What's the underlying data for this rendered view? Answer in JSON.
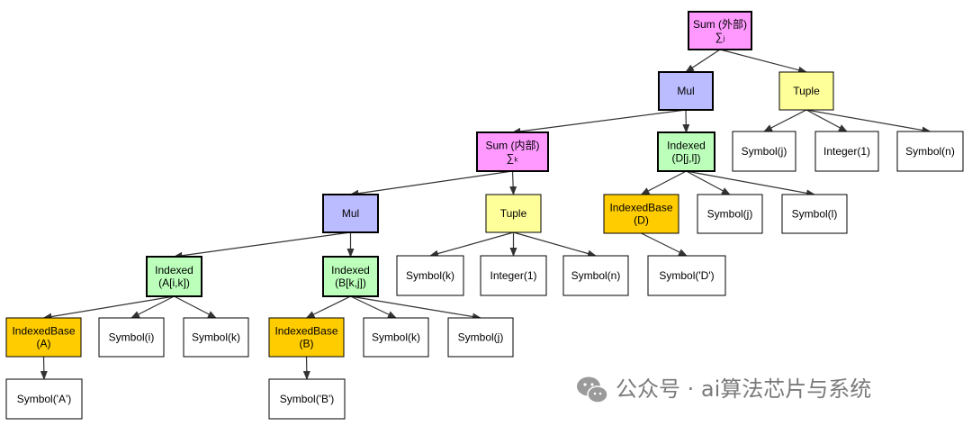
{
  "diagram": {
    "nodes": [
      {
        "id": "sum_outer",
        "lines": [
          "Sum (外部)",
          "∑ⱼ"
        ],
        "kind": "sum"
      },
      {
        "id": "mul1",
        "lines": [
          "Mul"
        ],
        "kind": "mul"
      },
      {
        "id": "tuple_j",
        "lines": [
          "Tuple"
        ],
        "kind": "tuple"
      },
      {
        "id": "sym_j_top",
        "lines": [
          "Symbol(j)"
        ],
        "kind": "symbol"
      },
      {
        "id": "int1_top",
        "lines": [
          "Integer(1)"
        ],
        "kind": "symbol"
      },
      {
        "id": "sym_n_top",
        "lines": [
          "Symbol(n)"
        ],
        "kind": "symbol"
      },
      {
        "id": "sum_inner",
        "lines": [
          "Sum (内部)",
          "∑ₖ"
        ],
        "kind": "sum"
      },
      {
        "id": "indexed_D",
        "lines": [
          "Indexed",
          "(D[j,l])"
        ],
        "kind": "indexed"
      },
      {
        "id": "mul2",
        "lines": [
          "Mul"
        ],
        "kind": "mul"
      },
      {
        "id": "tuple_k",
        "lines": [
          "Tuple"
        ],
        "kind": "tuple"
      },
      {
        "id": "ibase_D",
        "lines": [
          "IndexedBase",
          "(D)"
        ],
        "kind": "base"
      },
      {
        "id": "sym_j_D",
        "lines": [
          "Symbol(j)"
        ],
        "kind": "symbol"
      },
      {
        "id": "sym_l_D",
        "lines": [
          "Symbol(l)"
        ],
        "kind": "symbol"
      },
      {
        "id": "indexed_A",
        "lines": [
          "Indexed",
          "(A[i,k])"
        ],
        "kind": "indexed"
      },
      {
        "id": "indexed_B",
        "lines": [
          "Indexed",
          "(B[k,j])"
        ],
        "kind": "indexed"
      },
      {
        "id": "sym_k_tuple",
        "lines": [
          "Symbol(k)"
        ],
        "kind": "symbol"
      },
      {
        "id": "int1_mid",
        "lines": [
          "Integer(1)"
        ],
        "kind": "symbol"
      },
      {
        "id": "sym_n_mid",
        "lines": [
          "Symbol(n)"
        ],
        "kind": "symbol"
      },
      {
        "id": "symstr_D",
        "lines": [
          "Symbol('D')"
        ],
        "kind": "symbol"
      },
      {
        "id": "ibase_A",
        "lines": [
          "IndexedBase",
          "(A)"
        ],
        "kind": "base"
      },
      {
        "id": "sym_i_A",
        "lines": [
          "Symbol(i)"
        ],
        "kind": "symbol"
      },
      {
        "id": "sym_k_A",
        "lines": [
          "Symbol(k)"
        ],
        "kind": "symbol"
      },
      {
        "id": "ibase_B",
        "lines": [
          "IndexedBase",
          "(B)"
        ],
        "kind": "base"
      },
      {
        "id": "sym_k_B",
        "lines": [
          "Symbol(k)"
        ],
        "kind": "symbol"
      },
      {
        "id": "sym_j_B",
        "lines": [
          "Symbol(j)"
        ],
        "kind": "symbol"
      },
      {
        "id": "symstr_A",
        "lines": [
          "Symbol('A')"
        ],
        "kind": "symbol"
      },
      {
        "id": "symstr_B",
        "lines": [
          "Symbol('B')"
        ],
        "kind": "symbol"
      }
    ],
    "edges": [
      [
        "sum_outer",
        "mul1"
      ],
      [
        "sum_outer",
        "tuple_j"
      ],
      [
        "tuple_j",
        "sym_j_top"
      ],
      [
        "tuple_j",
        "int1_top"
      ],
      [
        "tuple_j",
        "sym_n_top"
      ],
      [
        "mul1",
        "sum_inner"
      ],
      [
        "mul1",
        "indexed_D"
      ],
      [
        "sum_inner",
        "mul2"
      ],
      [
        "sum_inner",
        "tuple_k"
      ],
      [
        "indexed_D",
        "ibase_D"
      ],
      [
        "indexed_D",
        "sym_j_D"
      ],
      [
        "indexed_D",
        "sym_l_D"
      ],
      [
        "mul2",
        "indexed_A"
      ],
      [
        "mul2",
        "indexed_B"
      ],
      [
        "tuple_k",
        "sym_k_tuple"
      ],
      [
        "tuple_k",
        "int1_mid"
      ],
      [
        "tuple_k",
        "sym_n_mid"
      ],
      [
        "ibase_D",
        "symstr_D"
      ],
      [
        "indexed_A",
        "ibase_A"
      ],
      [
        "indexed_A",
        "sym_i_A"
      ],
      [
        "indexed_A",
        "sym_k_A"
      ],
      [
        "indexed_B",
        "ibase_B"
      ],
      [
        "indexed_B",
        "sym_k_B"
      ],
      [
        "indexed_B",
        "sym_j_B"
      ],
      [
        "ibase_A",
        "symstr_A"
      ],
      [
        "ibase_B",
        "symstr_B"
      ]
    ],
    "kind_colors": {
      "sum": "#ff99ff",
      "mul": "#bbbbff",
      "tuple": "#ffff99",
      "indexed": "#bbffbb",
      "base": "#ffcc00",
      "symbol": "#ffffff"
    }
  },
  "watermark": {
    "text": "公众号 · ai算法芯片与系统",
    "icon": "wechat-icon"
  }
}
